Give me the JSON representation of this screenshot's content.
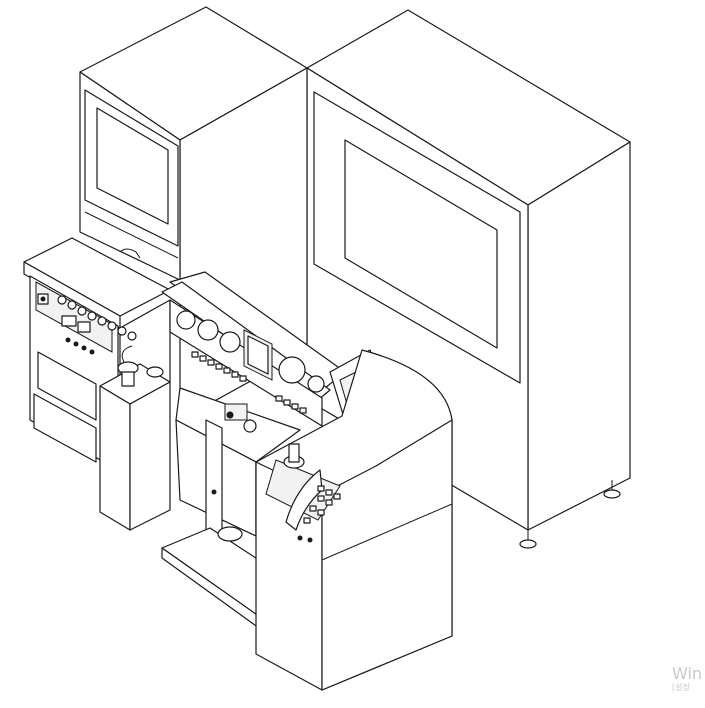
{
  "diagram": {
    "components": [
      "left-cabinet",
      "right-cabinet",
      "left-console",
      "main-instrument-panel",
      "operator-desk",
      "foot-platform",
      "leveling-feet"
    ],
    "colors": {
      "line": "#1a1a1a",
      "fill": "#ffffff",
      "watermark": "#c8c8c8"
    }
  },
  "watermark": {
    "line1": "Win",
    "line2": "[설정"
  }
}
